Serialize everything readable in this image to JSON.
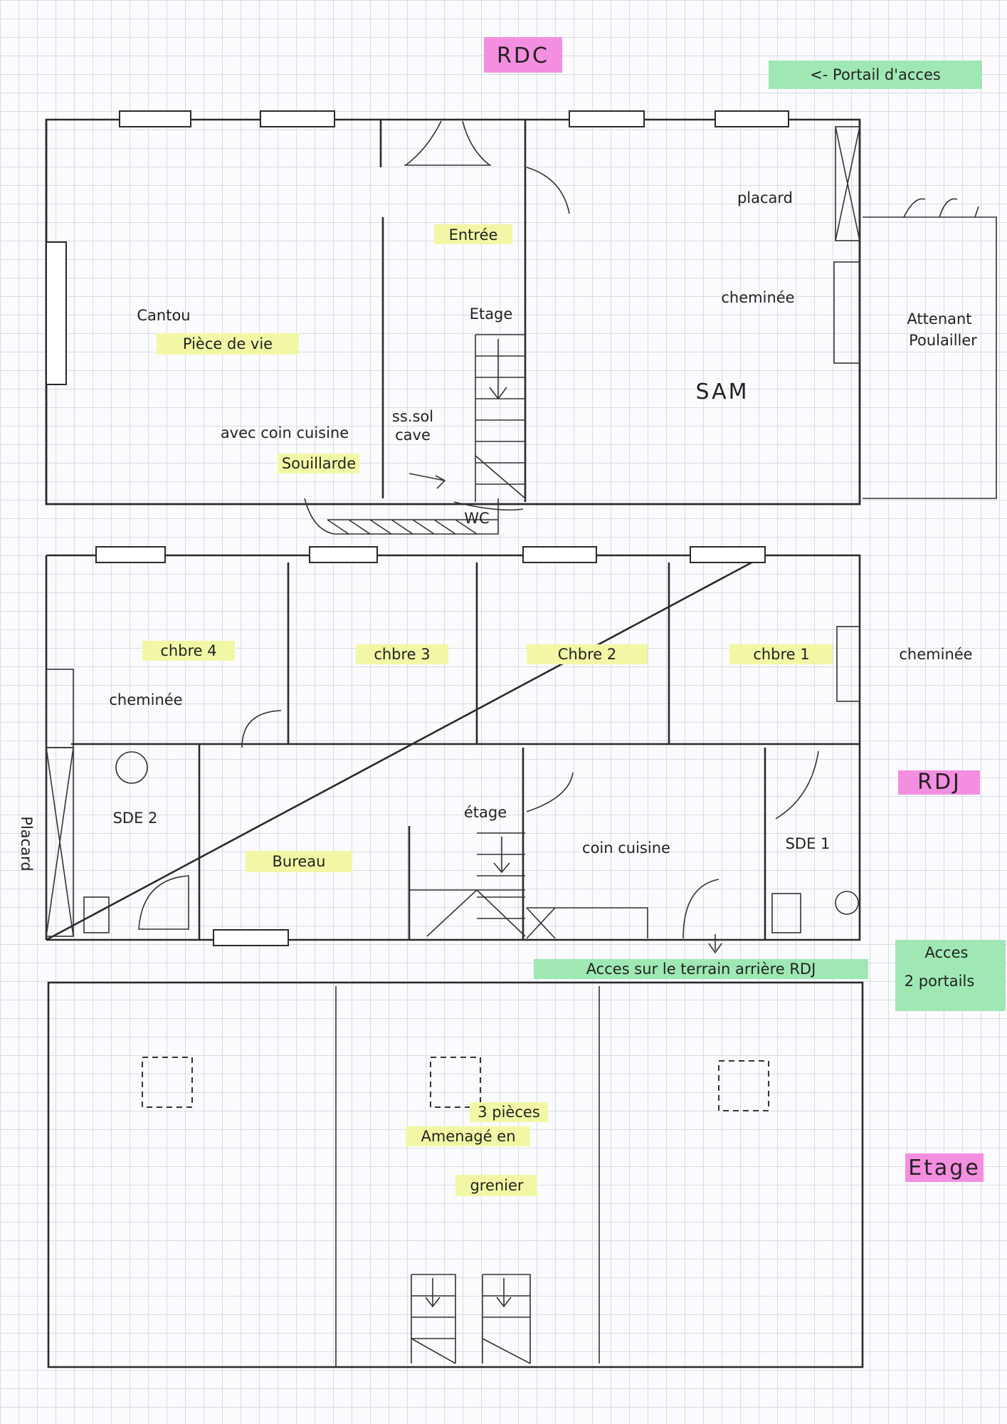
{
  "sheet": {
    "rdc": "RDC",
    "rdj": "RDJ",
    "etage_title": "Etage",
    "portail": "<- Portail d'acces",
    "rooms": {
      "entree": "Entrée",
      "etage_stairs": "Etage",
      "piece_de_vie": "Pièce de vie",
      "cantou": "Cantou",
      "sam": "SAM",
      "placard": "placard",
      "cheminee_sam": "cheminée",
      "poulailler": "Poulailler",
      "attenant": "Attenant",
      "cave": "cave",
      "ss_sol": "ss.sol",
      "coin_cuisine_rdc": "avec coin cuisine",
      "souillarde": "Souillarde",
      "wc": "WC",
      "chbre1": "chbre 1",
      "chbre2": "Chbre 2",
      "chbre3": "chbre 3",
      "chbre4": "chbre 4",
      "cheminee_chbre1": "cheminée",
      "cheminee_chbre4": "cheminée",
      "sde1": "SDE 1",
      "sde2": "SDE 2",
      "bureau": "Bureau",
      "coin_cuisine": "coin cuisine",
      "etage_rdj": "étage",
      "placard_rdj": "Placard",
      "acces_terrain": "Acces sur le terrain arrière RDJ",
      "portail_acces2": "2 portails",
      "acces2": "Acces",
      "grenier": "grenier",
      "amenage": "Amenagé en",
      "pieces": "3 pièces"
    }
  }
}
